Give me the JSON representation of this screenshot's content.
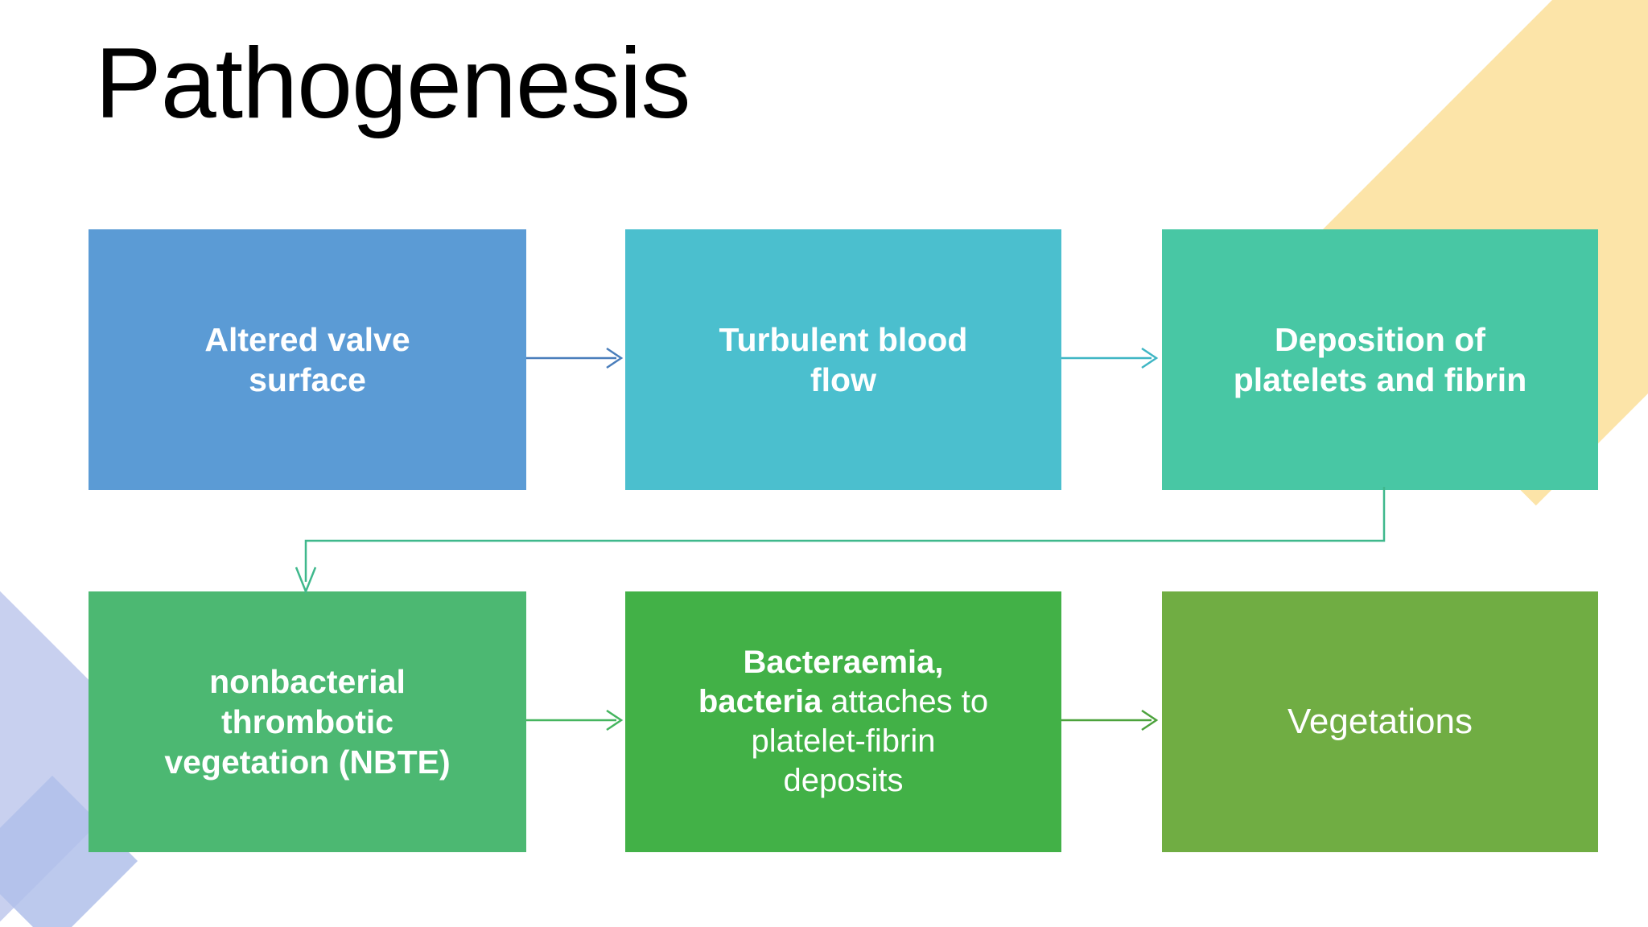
{
  "slide": {
    "title": "Pathogenesis",
    "background_color": "#FFFFFF"
  },
  "decorations": [
    {
      "name": "yellow-chevron-top-right",
      "color": "#FCE4A8"
    },
    {
      "name": "blue-diamond-large-bottom-left",
      "color": "#C3CCEE"
    },
    {
      "name": "blue-diamond-small-bottom-left",
      "color": "#B0C0EA"
    }
  ],
  "flowchart": {
    "type": "process-flow",
    "rows": 2,
    "columns": 3,
    "boxes": [
      {
        "id": "altered-valve-surface",
        "order": 1,
        "lines": [
          {
            "text": "Altered valve",
            "bold": true
          },
          {
            "text": "surface",
            "bold": true
          }
        ],
        "color": "#5B9BD5",
        "text_color": "#FFFFFF"
      },
      {
        "id": "turbulent-blood-flow",
        "order": 2,
        "lines": [
          {
            "text": "Turbulent blood",
            "bold": true
          },
          {
            "text": "flow",
            "bold": true
          }
        ],
        "color": "#4BBFCE",
        "text_color": "#FFFFFF"
      },
      {
        "id": "deposition-platelets-fibrin",
        "order": 3,
        "lines": [
          {
            "text": "Deposition of",
            "bold": true
          },
          {
            "text": "platelets and fibrin",
            "bold": true
          }
        ],
        "color": "#48C7A4",
        "text_color": "#FFFFFF"
      },
      {
        "id": "nbte",
        "order": 4,
        "lines": [
          {
            "text": "nonbacterial",
            "bold": true
          },
          {
            "text": "thrombotic",
            "bold": true
          },
          {
            "text": "vegetation (NBTE)",
            "bold": true
          }
        ],
        "color": "#4CB872",
        "text_color": "#FFFFFF"
      },
      {
        "id": "bacteraemia",
        "order": 5,
        "lines": [
          {
            "text": "Bacteraemia,",
            "bold": true
          },
          {
            "text": "bacteria",
            "bold": true,
            "trailing": " attaches to"
          },
          {
            "text": "platelet-fibrin",
            "bold": false
          },
          {
            "text": "deposits",
            "bold": false
          }
        ],
        "color": "#42B147",
        "text_color": "#FFFFFF"
      },
      {
        "id": "vegetations",
        "order": 6,
        "lines": [
          {
            "text": "Vegetations",
            "bold": false
          }
        ],
        "color": "#70AD43",
        "text_color": "#FFFFFF"
      }
    ],
    "connectors": [
      {
        "id": "connector-1-to-2",
        "from": "altered-valve-surface",
        "to": "turbulent-blood-flow",
        "shape": "straight-right",
        "color": "#4A7EBB"
      },
      {
        "id": "connector-2-to-3",
        "from": "turbulent-blood-flow",
        "to": "deposition-platelets-fibrin",
        "shape": "straight-right",
        "color": "#3FB6C4"
      },
      {
        "id": "connector-3-to-4",
        "from": "deposition-platelets-fibrin",
        "to": "nbte",
        "shape": "elbow-down-left-down",
        "color": "#3FB88C"
      },
      {
        "id": "connector-4-to-5",
        "from": "nbte",
        "to": "bacteraemia",
        "shape": "straight-right",
        "color": "#45B55F"
      },
      {
        "id": "connector-5-to-6",
        "from": "bacteraemia",
        "to": "vegetations",
        "shape": "straight-right",
        "color": "#4CA23C"
      }
    ]
  },
  "text_fragments": {
    "b1l1": "Altered valve",
    "b1l2": "surface",
    "b2l1": "Turbulent blood",
    "b2l2": "flow",
    "b3l1": "Deposition of",
    "b3l2": "platelets and fibrin",
    "b4l1": "nonbacterial",
    "b4l2": "thrombotic",
    "b4l3": "vegetation (NBTE)",
    "b5l1": "Bacteraemia,",
    "b5l2a": "bacteria",
    "b5l2b": " attaches to",
    "b5l3": "platelet-fibrin",
    "b5l4": "deposits",
    "b6l1": "Vegetations"
  }
}
